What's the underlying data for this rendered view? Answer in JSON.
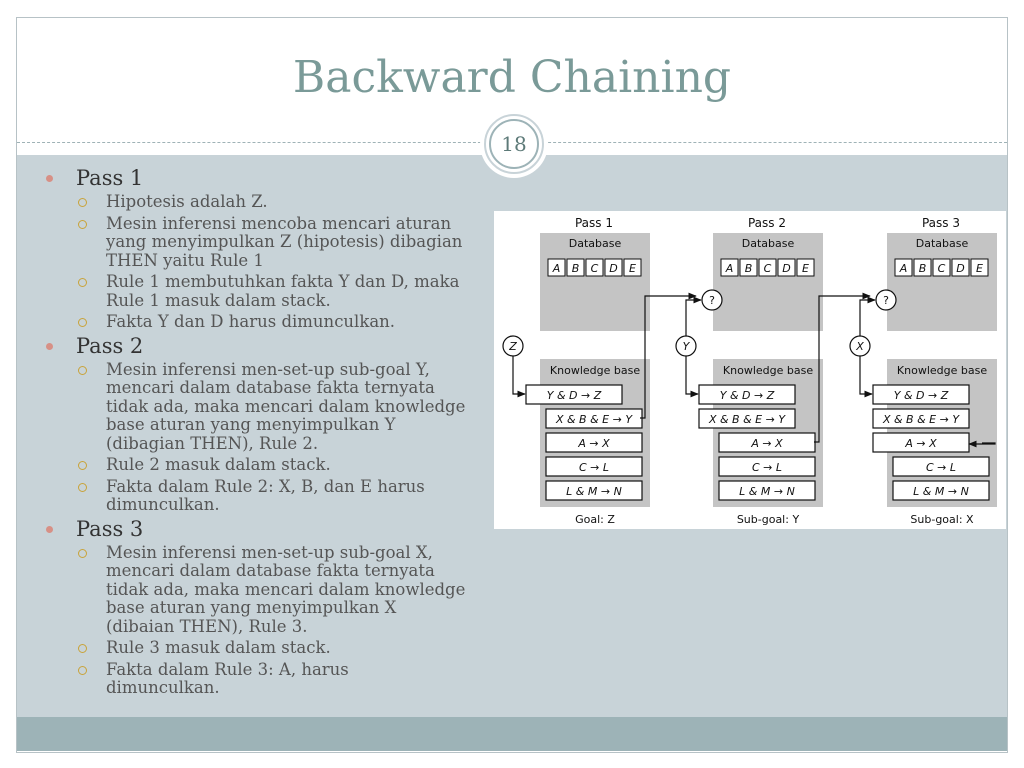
{
  "slide": {
    "title": "Backward Chaining",
    "page_number": "18"
  },
  "bullets": [
    {
      "heading": "Pass 1",
      "items": [
        [
          "Hipotesis adalah Z."
        ],
        [
          "Mesin inferensi mencoba mencari aturan",
          "yang menyimpulkan Z (hipotesis) dibagian",
          "THEN yaitu Rule 1"
        ],
        [
          "Rule 1 membutuhkan fakta Y dan D, maka",
          "Rule 1 masuk dalam stack."
        ],
        [
          "Fakta Y dan D harus dimunculkan."
        ]
      ]
    },
    {
      "heading": "Pass 2",
      "items": [
        [
          "Mesin inferensi men-set-up sub-goal Y,",
          "mencari dalam database fakta ternyata",
          "tidak ada, maka mencari dalam knowledge",
          "base aturan yang menyimpulkan Y",
          "(dibagian THEN), Rule 2."
        ],
        [
          "Rule 2 masuk dalam stack."
        ],
        [
          "Fakta dalam Rule 2: X, B, dan E harus",
          "dimunculkan."
        ]
      ]
    },
    {
      "heading": "Pass 3",
      "items": [
        [
          "Mesin inferensi men-set-up sub-goal X,",
          "mencari dalam database fakta ternyata",
          "tidak ada, maka mencari dalam knowledge",
          "base aturan yang menyimpulkan X",
          "(dibaian THEN), Rule 3."
        ],
        [
          "Rule 3 masuk dalam stack."
        ],
        [
          "Fakta dalam Rule 3: A, harus",
          "dimunculkan."
        ]
      ]
    }
  ],
  "diagram": {
    "database_label": "Database",
    "kb_label": "Knowledge base",
    "facts": [
      "A",
      "B",
      "C",
      "D",
      "E"
    ],
    "rules": [
      "Y & D → Z",
      "X & B & E → Y",
      "A → X",
      "C → L",
      "L & M → N"
    ],
    "unknown_symbol": "?",
    "passes": [
      {
        "title": "Pass 1",
        "node": "Z",
        "goal": "Goal: Z",
        "has_query": false,
        "highlight": [
          0
        ]
      },
      {
        "title": "Pass 2",
        "node": "Y",
        "goal": "Sub-goal: Y",
        "has_query": true,
        "highlight": [
          0,
          1
        ]
      },
      {
        "title": "Pass 3",
        "node": "X",
        "goal": "Sub-goal: X",
        "has_query": true,
        "highlight": [
          0,
          1,
          2
        ]
      }
    ]
  },
  "colors": {
    "title": "#7a9a98",
    "bullet_dot": "#d79086",
    "sub_bullet_ring": "#c9a33a",
    "panel_fill": "#c4c4c4",
    "body_band": "#c8d3d8",
    "footer_band": "#9db3b7"
  }
}
